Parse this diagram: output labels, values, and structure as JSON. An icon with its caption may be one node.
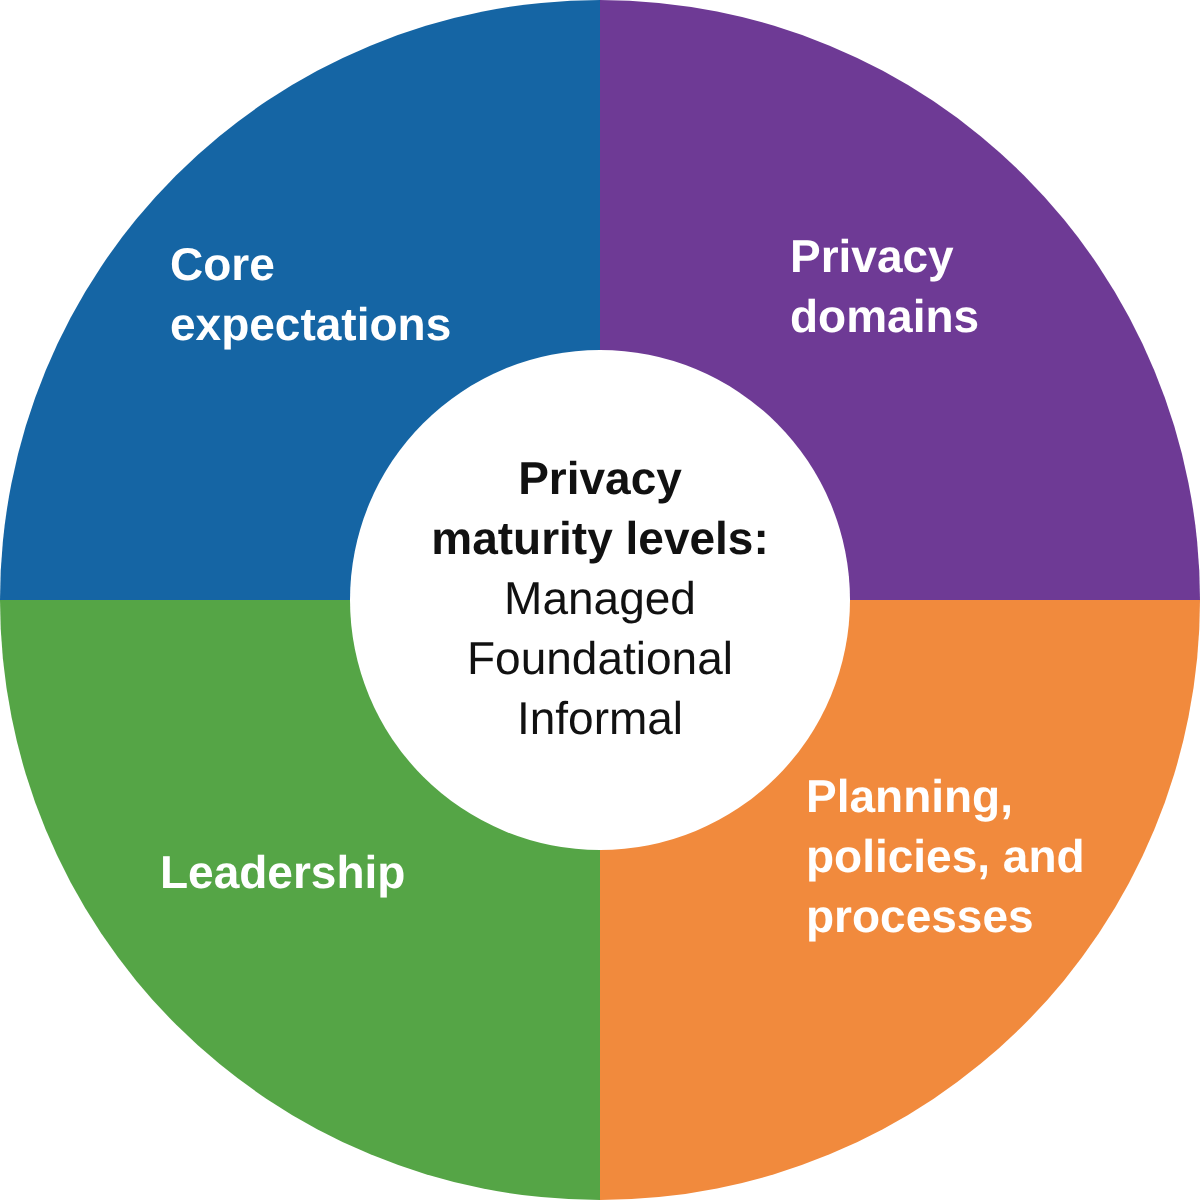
{
  "diagram": {
    "nodes": [
      {
        "text": [
          "Core expectations"
        ]
      },
      {
        "text": [
          "Privacy domains"
        ]
      },
      {
        "text": [
          "Privacy maturity levels:",
          "Managed",
          "Foundational",
          "Informal"
        ]
      },
      {
        "text": [
          "Leadership"
        ]
      },
      {
        "text": [
          "Planning, policies, and processes"
        ]
      }
    ]
  }
}
